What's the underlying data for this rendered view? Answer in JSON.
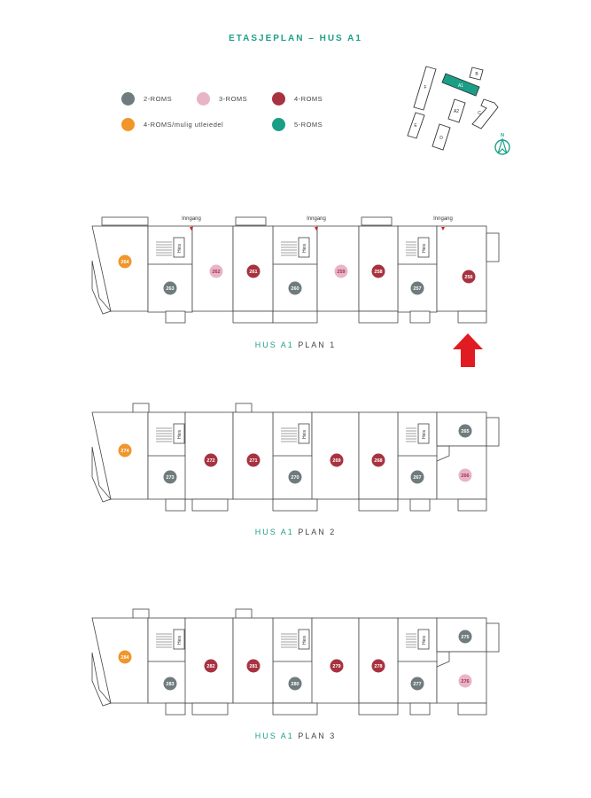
{
  "title": "ETASJEPLAN – HUS A1",
  "colors": {
    "roms2": "#6f7b7d",
    "roms3": "#e8b4c8",
    "roms4": "#a8323f",
    "roms4_mulig": "#f0962a",
    "roms5": "#1a9e86",
    "accent": "#1fa08a",
    "arrow": "#e11b22"
  },
  "legend": {
    "roms2": "2-ROMS",
    "roms3": "3-ROMS",
    "roms4": "4-ROMS",
    "roms4_mulig": "4-ROMS/mulig utleiedel",
    "roms5": "5-ROMS"
  },
  "siteplan": {
    "labels": {
      "f": "F",
      "a1": "A1",
      "b": "B",
      "a2": "A2",
      "c": "C",
      "e": "E",
      "d": "D"
    },
    "north": "N"
  },
  "plans": [
    {
      "label_hus": "HUS A1",
      "label_plan": "PLAN 1",
      "entrance": "Inngang",
      "heis": "Heis",
      "units": [
        "264",
        "263",
        "262",
        "261",
        "260",
        "259",
        "258",
        "257",
        "256"
      ]
    },
    {
      "label_hus": "HUS A1",
      "label_plan": "PLAN 2",
      "heis": "Heis",
      "units": [
        "274",
        "273",
        "272",
        "271",
        "270",
        "269",
        "268",
        "267",
        "265",
        "266"
      ]
    },
    {
      "label_hus": "HUS A1",
      "label_plan": "PLAN 3",
      "heis": "Heis",
      "units": [
        "284",
        "283",
        "282",
        "281",
        "280",
        "279",
        "278",
        "277",
        "275",
        "276"
      ]
    }
  ]
}
